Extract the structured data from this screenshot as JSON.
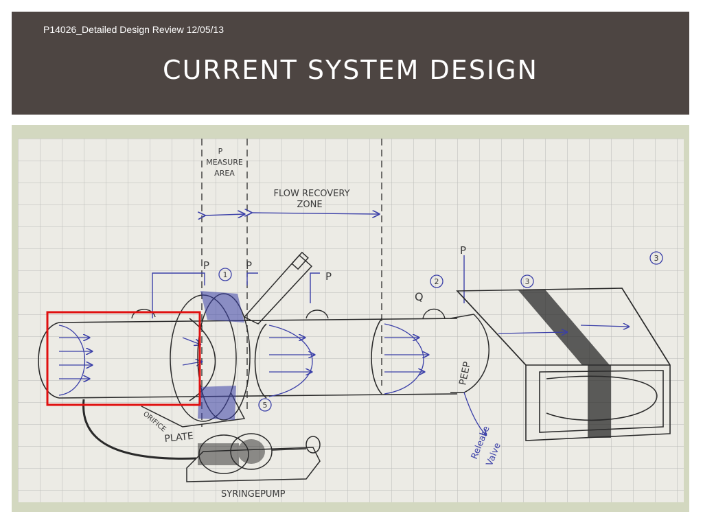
{
  "slide": {
    "subtitle": "P14026_Detailed Design Review 12/05/13",
    "title": "CURRENT SYSTEM DESIGN"
  },
  "sketch": {
    "labels": {
      "p_top": "P",
      "measure": "MEASURE",
      "area": "AREA",
      "flow_recovery": "FLOW RECOVERY",
      "zone": "ZONE",
      "p1": "P",
      "p2": "P",
      "p3": "P",
      "p4": "P",
      "q": "Q",
      "peep": "PEEP",
      "release": "Release",
      "valve": "Valve",
      "orifice": "ORIFICE",
      "plate": "PLATE",
      "syringepump": "SYRINGEPUMP",
      "n1": "1",
      "n2": "2",
      "n3a": "3",
      "n3b": "3",
      "n5": "5"
    },
    "colors": {
      "ink_black": "#2a2a2a",
      "ink_blue": "#3a3fa8",
      "highlight_red": "#e01010",
      "paper": "#ecebe5",
      "grid": "#b9b9b6"
    }
  }
}
